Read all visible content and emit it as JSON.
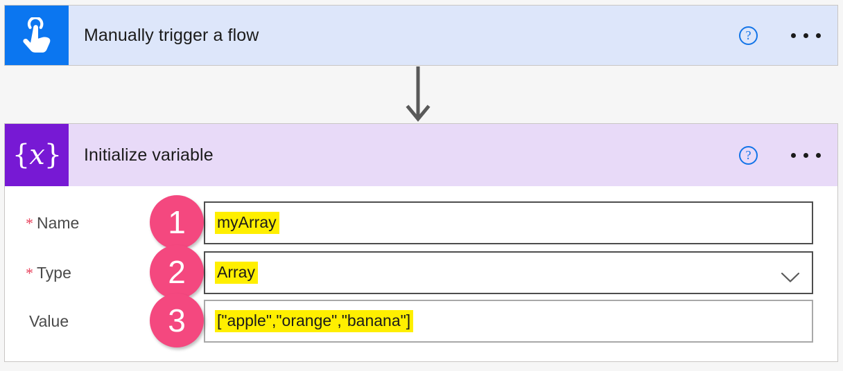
{
  "canvas": {
    "background_color": "#f6f6f6",
    "connector": {
      "name": "flow-connector-arrow",
      "color": "#595959"
    }
  },
  "trigger_card": {
    "title": "Manually trigger a flow",
    "icon": "tap-hand-icon",
    "icon_background": "#0b76f0",
    "header_background": "#dde6fa",
    "help_label": "?",
    "more_label": "•••"
  },
  "action_card": {
    "title": "Initialize variable",
    "icon": "variable-braces-icon",
    "icon_background": "#7719d4",
    "header_background": "#e8daf8",
    "help_label": "?",
    "more_label": "•••",
    "fields": [
      {
        "label": "Name",
        "required": true,
        "required_marker": "*",
        "value": "myArray",
        "highlighted": true,
        "control": "textbox",
        "step_number": "1"
      },
      {
        "label": "Type",
        "required": true,
        "required_marker": "*",
        "value": "Array",
        "highlighted": true,
        "control": "dropdown",
        "step_number": "2"
      },
      {
        "label": "Value",
        "required": false,
        "required_marker": "",
        "value": "[\"apple\",\"orange\",\"banana\"]",
        "highlighted": true,
        "control": "textbox",
        "step_number": "3"
      }
    ]
  },
  "annotations": {
    "badge_color": "#f4487f",
    "highlight_color": "#ffef00",
    "steps": [
      "1",
      "2",
      "3"
    ]
  }
}
